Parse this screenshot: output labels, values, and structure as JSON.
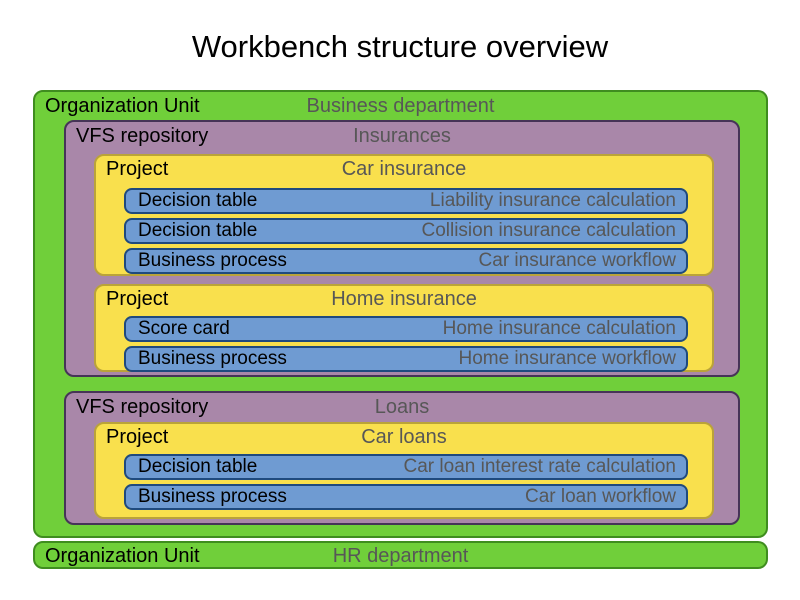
{
  "title": "Workbench structure overview",
  "colors": {
    "org_unit_fill": "#70cf3a",
    "org_unit_border": "#3f8d1f",
    "repository_fill": "#a987a9",
    "repository_border": "#463457",
    "project_fill": "#f9e04d",
    "project_border": "#baa339",
    "asset_fill": "#6f9bd2",
    "asset_border": "#1f4a7e",
    "label_text": "#000000",
    "value_text": "#575757"
  },
  "tree": {
    "org_units": [
      {
        "type_label": "Organization Unit",
        "name": "Business department",
        "repositories": [
          {
            "type_label": "VFS repository",
            "name": "Insurances",
            "projects": [
              {
                "type_label": "Project",
                "name": "Car insurance",
                "assets": [
                  {
                    "type_label": "Decision table",
                    "name": "Liability insurance calculation"
                  },
                  {
                    "type_label": "Decision table",
                    "name": "Collision insurance calculation"
                  },
                  {
                    "type_label": "Business process",
                    "name": "Car insurance workflow"
                  }
                ]
              },
              {
                "type_label": "Project",
                "name": "Home insurance",
                "assets": [
                  {
                    "type_label": "Score card",
                    "name": "Home insurance calculation"
                  },
                  {
                    "type_label": "Business process",
                    "name": "Home insurance workflow"
                  }
                ]
              }
            ]
          },
          {
            "type_label": "VFS repository",
            "name": "Loans",
            "projects": [
              {
                "type_label": "Project",
                "name": "Car loans",
                "assets": [
                  {
                    "type_label": "Decision table",
                    "name": "Car loan interest rate calculation"
                  },
                  {
                    "type_label": "Business process",
                    "name": "Car loan workflow"
                  }
                ]
              }
            ]
          }
        ]
      },
      {
        "type_label": "Organization Unit",
        "name": "HR department"
      }
    ]
  }
}
